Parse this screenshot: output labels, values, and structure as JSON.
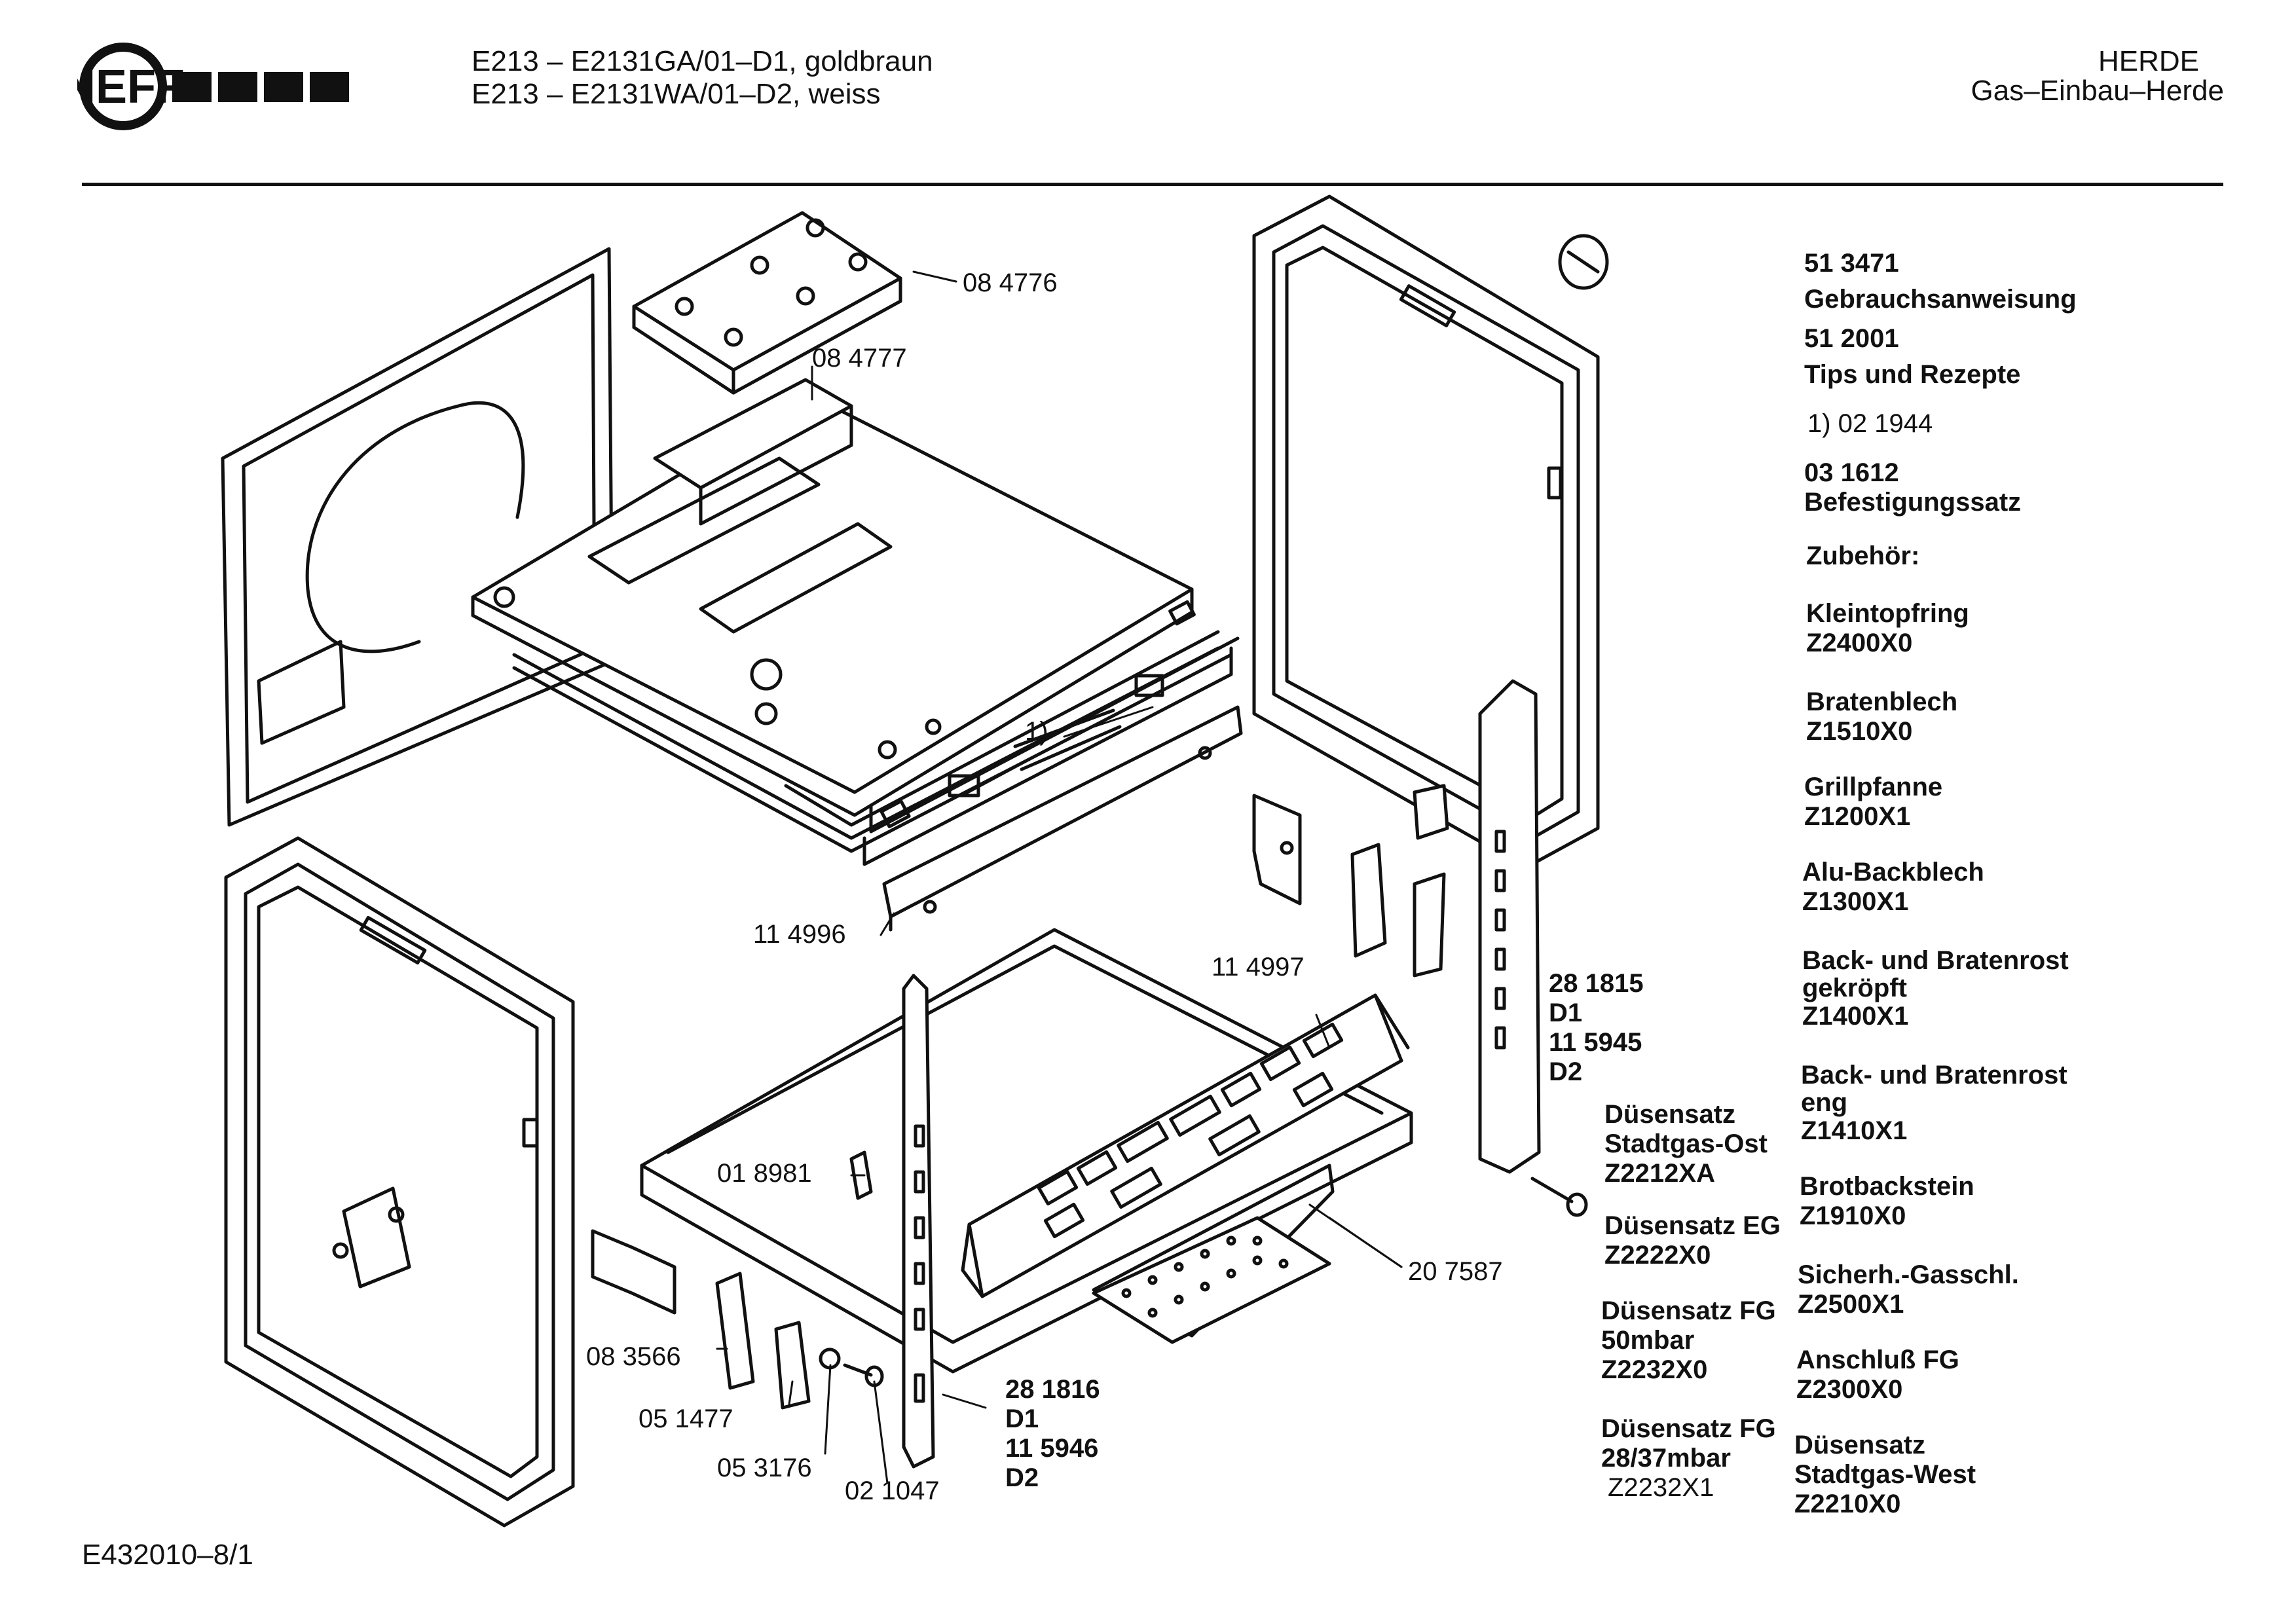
{
  "header": {
    "brand": "NEFF",
    "models": [
      "E213 – E2131GA/01–D1, goldbraun",
      "E213 – E2131WA/01–D2, weiss"
    ],
    "category": "HERDE",
    "subcategory": "Gas–Einbau–Herde"
  },
  "labels": {
    "p084776": "08 4776",
    "p084777": "08 4777",
    "note1": "1)",
    "p114996": "11 4996",
    "p114997": "11 4997",
    "p018981": "01 8981",
    "p083566": "08 3566",
    "p051477": "05 1477",
    "p053176": "05 3176",
    "p021047": "02 1047",
    "p281816": "28 1816",
    "p281816_d1": "D1",
    "p115946": "11 5946",
    "p115946_d2": "D2",
    "p281815": "28 1815",
    "p281815_d1": "D1",
    "p115945": "11 5945",
    "p115945_d2": "D2",
    "p207587": "20 7587"
  },
  "nozzle_sets": [
    {
      "lines": [
        "Düsensatz",
        "Stadtgas-Ost",
        "Z2212XA"
      ]
    },
    {
      "lines": [
        "Düsensatz EG",
        "Z2222X0"
      ]
    },
    {
      "lines": [
        "Düsensatz FG",
        "50mbar",
        "Z2232X0"
      ]
    },
    {
      "lines": [
        "Düsensatz FG",
        "28/37mbar",
        "Z2232X1"
      ]
    }
  ],
  "side_list": {
    "manual_code": "51 3471",
    "manual": "Gebrauchsanweisung",
    "tips_code": "51 2001",
    "tips": "Tips und Rezepte",
    "note": "1)  02 1944",
    "kit_code": "03 1612",
    "kit": "Befestigungssatz",
    "accessories_heading": "Zubehör:",
    "accessories": [
      {
        "name": "Kleintopfring",
        "code": "Z2400X0"
      },
      {
        "name": "Bratenblech",
        "code": "Z1510X0"
      },
      {
        "name": "Grillpfanne",
        "code": "Z1200X1"
      },
      {
        "name": "Alu-Backblech",
        "code": "Z1300X1"
      },
      {
        "name": "Back- und Bratenrost\ngekröpft",
        "code": "Z1400X1"
      },
      {
        "name": "Back- und Bratenrost\neng",
        "code": "Z1410X1"
      },
      {
        "name": "Brotbackstein",
        "code": "Z1910X0"
      },
      {
        "name": "Sicherh.-Gasschl.",
        "code": "Z2500X1"
      },
      {
        "name": "Anschluß FG",
        "code": "Z2300X0"
      },
      {
        "name": "Düsensatz\nStadtgas-West",
        "code": "Z2210X0"
      }
    ]
  },
  "footer": {
    "doc_id": "E432010–8/1"
  }
}
